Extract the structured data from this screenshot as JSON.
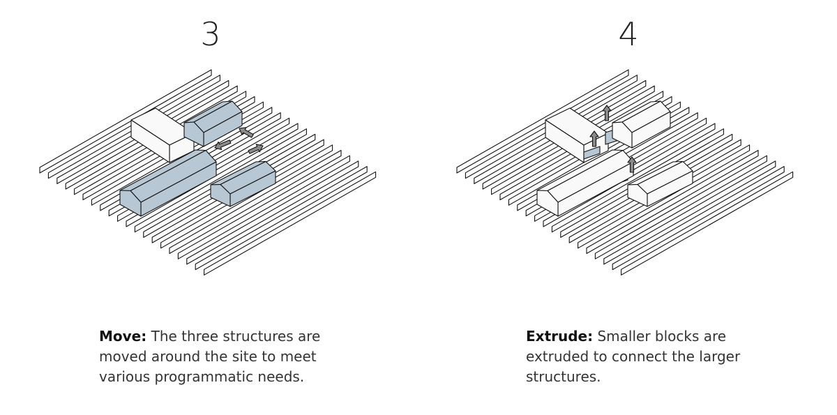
{
  "panels": [
    {
      "step": "3",
      "caption_term": "Move:",
      "caption_text": " The three structures are moved around the site to meet various programmatic needs."
    },
    {
      "step": "4",
      "caption_term": "Extrude:",
      "caption_text": " Smaller blocks are extruded to connect the larger structures."
    }
  ],
  "colors": {
    "building_blue": "#b7c7d3",
    "building_white": "#f9f9f9",
    "stroke": "#111111",
    "arrow": "#8a8a8a"
  }
}
